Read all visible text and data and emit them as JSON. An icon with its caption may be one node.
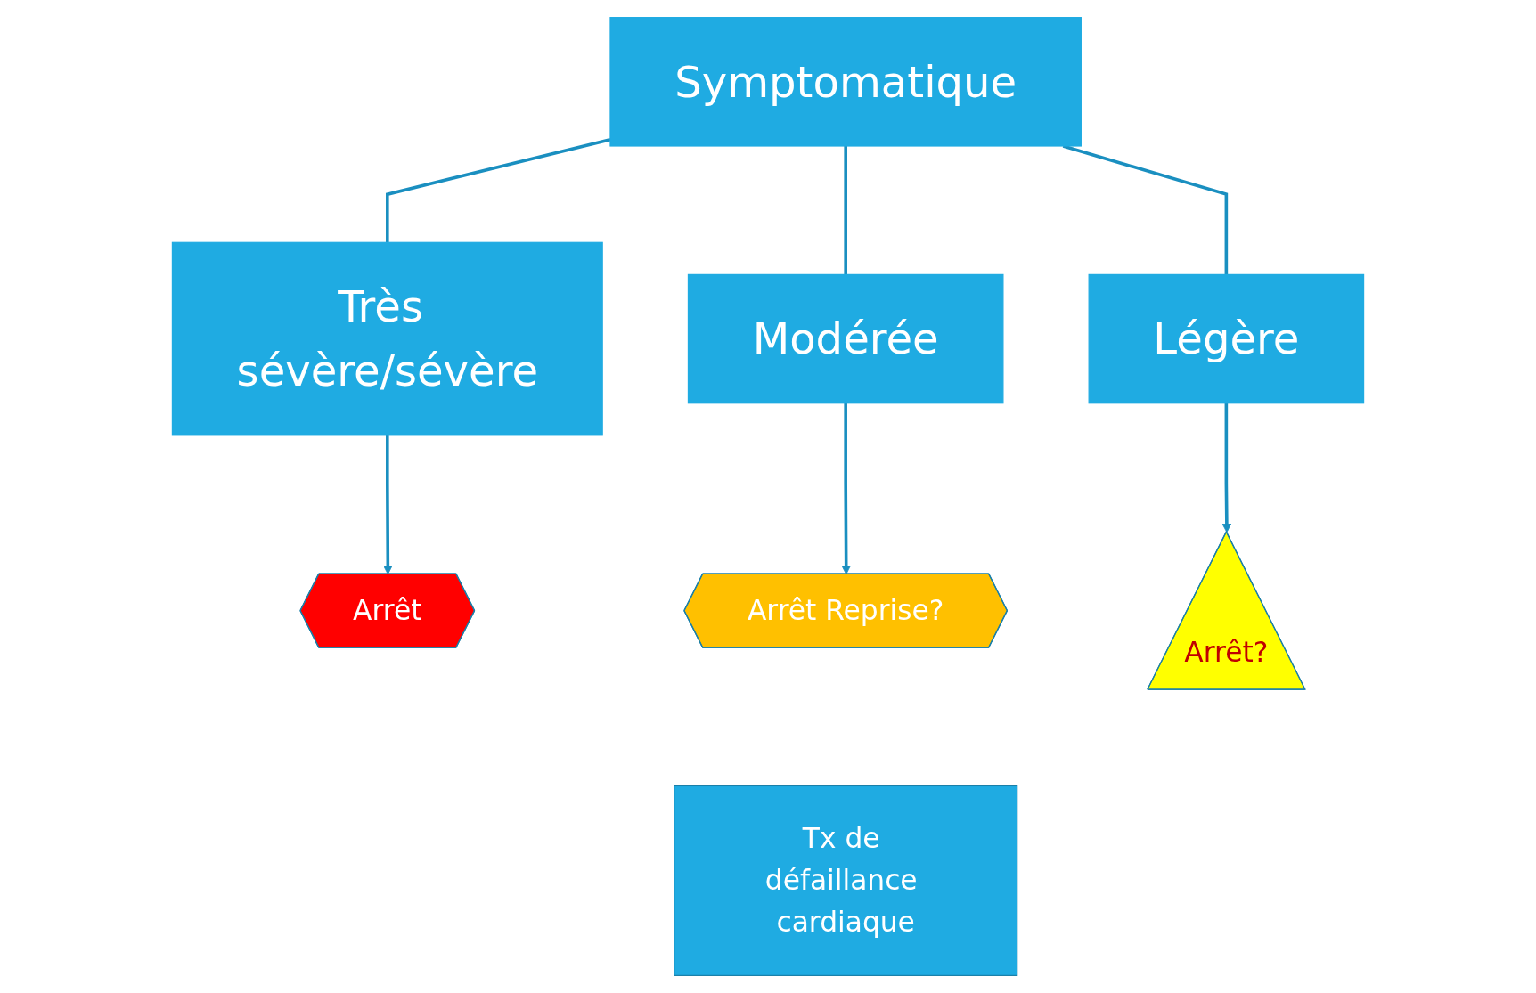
{
  "diagram": {
    "nodes": [
      {
        "text": [
          "Symptomatique"
        ]
      },
      {
        "text": [
          "Très sévère/sévère"
        ]
      },
      {
        "text": [
          "Modérée"
        ]
      },
      {
        "text": [
          "Légère"
        ]
      },
      {
        "text": [
          "Arrêt"
        ]
      },
      {
        "text": [
          "Arrêt Reprise?"
        ]
      },
      {
        "text": [
          "Arrêt?"
        ]
      },
      {
        "text": [
          "Tx de défaillance cardiaque"
        ]
      }
    ],
    "edges": [
      {
        "from": 0,
        "to": 1,
        "arrow": "none"
      },
      {
        "from": 0,
        "to": 2,
        "arrow": "none"
      },
      {
        "from": 0,
        "to": 3,
        "arrow": "none"
      },
      {
        "from": 1,
        "to": 4,
        "arrow": "to"
      },
      {
        "from": 2,
        "to": 5,
        "arrow": "to"
      },
      {
        "from": 3,
        "to": 6,
        "arrow": "to"
      }
    ]
  }
}
